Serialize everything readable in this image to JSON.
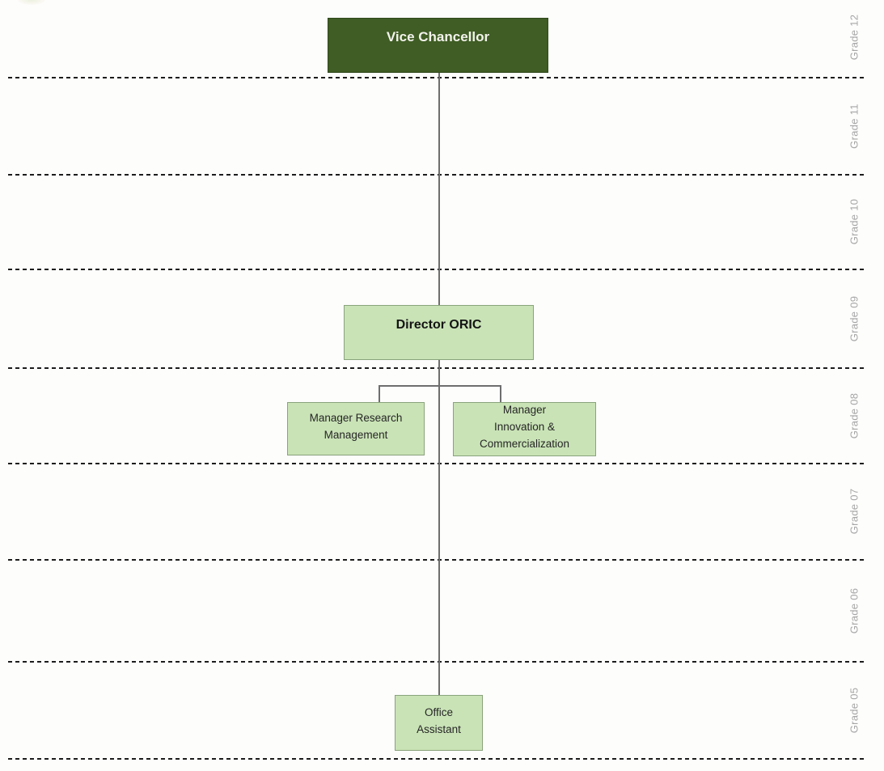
{
  "page": {
    "background_color": "#fdfdfc"
  },
  "chart": {
    "type": "org-chart",
    "grade_bands": [
      {
        "label": "Grade 12"
      },
      {
        "label": "Grade 11"
      },
      {
        "label": "Grade 10"
      },
      {
        "label": "Grade 09"
      },
      {
        "label": "Grade 08"
      },
      {
        "label": "Grade 07"
      },
      {
        "label": "Grade 06"
      },
      {
        "label": "Grade 05"
      }
    ],
    "nodes": [
      {
        "id": "vice-chancellor",
        "label": "Vice Chancellor",
        "grade": "Grade 12",
        "reports_to": null
      },
      {
        "id": "director-oric",
        "label": "Director ORIC",
        "grade": "Grade 09",
        "reports_to": "vice-chancellor"
      },
      {
        "id": "manager-research-management",
        "label": "Manager Research Management",
        "lines": [
          "Manager Research",
          "Management"
        ],
        "grade": "Grade 08",
        "reports_to": "director-oric"
      },
      {
        "id": "manager-innovation-commercialization",
        "label": "Manager Innovation & Commercialization",
        "lines": [
          "Manager",
          "Innovation &",
          "Commercialization"
        ],
        "grade": "Grade 08",
        "reports_to": "director-oric"
      },
      {
        "id": "office-assistant",
        "label": "Office Assistant",
        "lines": [
          "Office",
          "Assistant"
        ],
        "grade": "Grade 05",
        "reports_to": "director-oric"
      }
    ],
    "edges": [
      {
        "from": "vice-chancellor",
        "to": "director-oric"
      },
      {
        "from": "director-oric",
        "to": "manager-research-management"
      },
      {
        "from": "director-oric",
        "to": "manager-innovation-commercialization"
      },
      {
        "from": "director-oric",
        "to": "office-assistant"
      }
    ],
    "colors": {
      "node_dark_fill": "#3f5d24",
      "node_dark_text": "#f3f3ec",
      "node_light_fill": "#c9e3b6",
      "node_light_border": "#89a37b",
      "connector": "#6e6e6e",
      "grade_label_text": "#a6a6a6",
      "divider_dash": "#1c1c1c"
    }
  }
}
